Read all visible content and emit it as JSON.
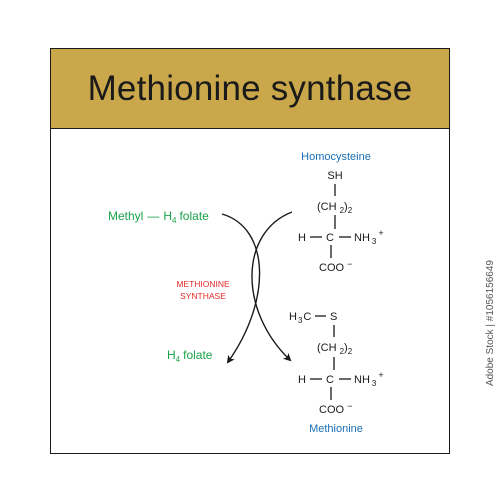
{
  "title": "Methionine synthase",
  "colors": {
    "header_bg": "#c9a74a",
    "green": "#1aa34a",
    "blue": "#1a6fb5",
    "red": "#e32b2b",
    "ink": "#1a1a1a"
  },
  "left": {
    "methyl": "Methyl",
    "dash": "—",
    "h": "H",
    "h_sub": "4",
    "folate": "folate",
    "product_h": "H",
    "product_sub": "4",
    "product_folate": "folate"
  },
  "enzyme": {
    "line1": "METHIONINE",
    "line2": "SYNTHASE"
  },
  "homocysteine": {
    "name": "Homocysteine",
    "sh": "SH",
    "ch2": "(CH",
    "ch2_sub": "2",
    "ch2_close": ")",
    "ch2_mult": "2",
    "h": "H",
    "c": "C",
    "nh3": "NH",
    "nh3_sub": "3",
    "plus": "+",
    "coo": "COO",
    "minus": "−"
  },
  "methionine": {
    "name": "Methionine",
    "h3c": "H",
    "h3c_sub": "3",
    "h3c_c": "C",
    "s": "S",
    "ch2": "(CH",
    "ch2_sub": "2",
    "ch2_close": ")",
    "ch2_mult": "2",
    "h": "H",
    "c": "C",
    "nh3": "NH",
    "nh3_sub": "3",
    "plus": "+",
    "coo": "COO",
    "minus": "−"
  },
  "watermark": "Adobe Stock | #1056156649"
}
